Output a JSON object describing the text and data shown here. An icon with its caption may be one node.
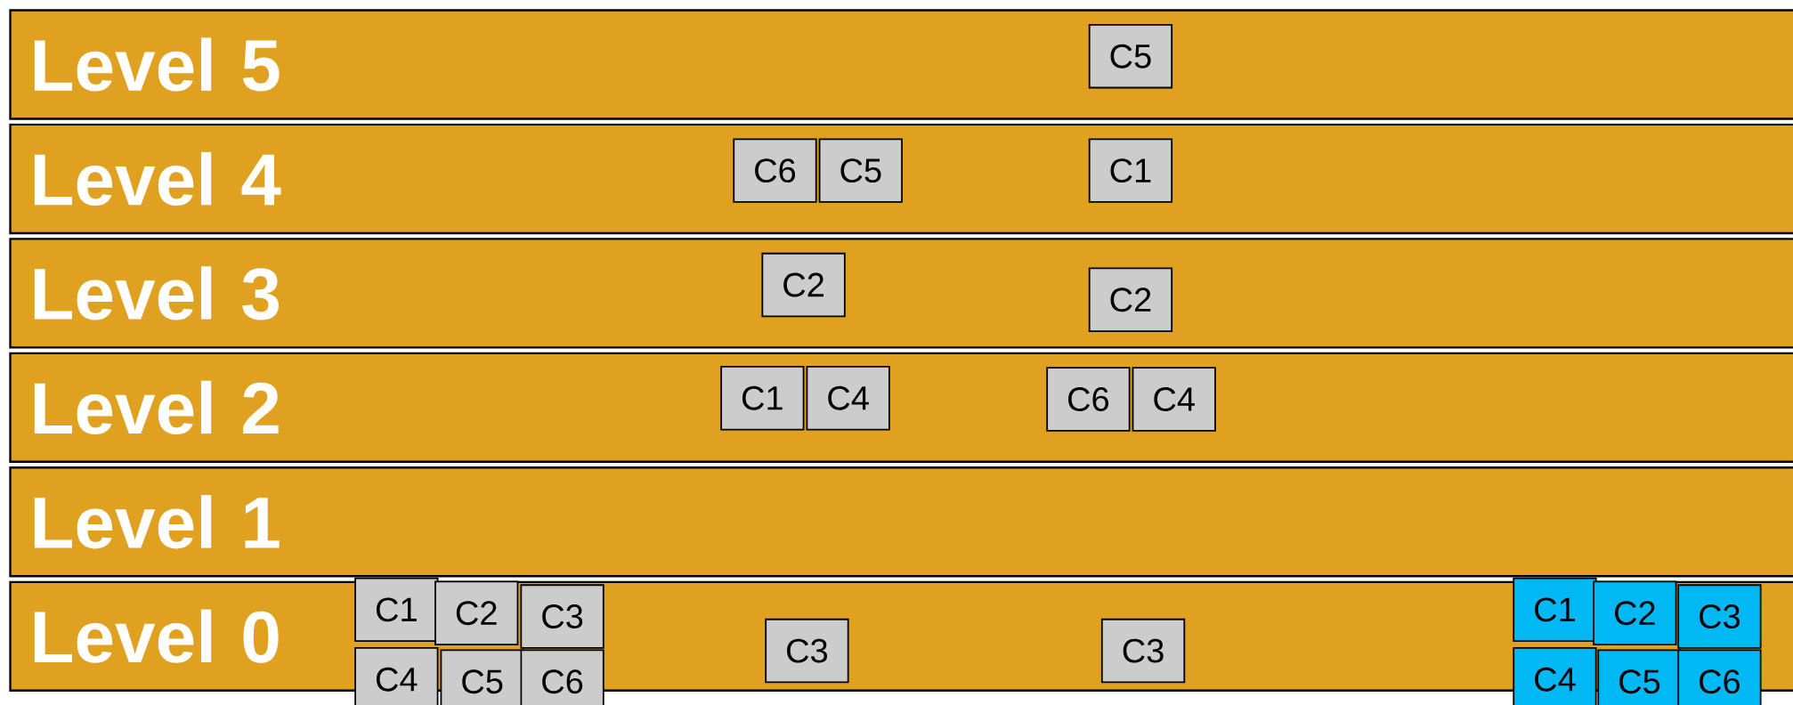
{
  "diagram": {
    "nodes": [
      {
        "text": [
          "Level 5"
        ]
      },
      {
        "text": [
          "C5"
        ],
        "in": 0
      },
      {
        "text": [
          "Level 4"
        ]
      },
      {
        "text": [
          "C6"
        ],
        "in": 2
      },
      {
        "text": [
          "C5"
        ],
        "in": 2
      },
      {
        "text": [
          "C1"
        ],
        "in": 2
      },
      {
        "text": [
          "Level 3"
        ]
      },
      {
        "text": [
          "C2"
        ],
        "in": 6
      },
      {
        "text": [
          "C2"
        ],
        "in": 6
      },
      {
        "text": [
          "Level 2"
        ]
      },
      {
        "text": [
          "C1"
        ],
        "in": 9
      },
      {
        "text": [
          "C4"
        ],
        "in": 9
      },
      {
        "text": [
          "C6"
        ],
        "in": 9
      },
      {
        "text": [
          "C4"
        ],
        "in": 9
      },
      {
        "text": [
          "Level 1"
        ]
      },
      {
        "text": [
          "Level 0"
        ]
      },
      {
        "text": [
          "C1"
        ],
        "in": 15
      },
      {
        "text": [
          "C2"
        ],
        "in": 15
      },
      {
        "text": [
          "C3"
        ],
        "in": 15
      },
      {
        "text": [
          "C4"
        ]
      },
      {
        "text": [
          "C5"
        ]
      },
      {
        "text": [
          "C6"
        ]
      },
      {
        "text": [
          "C3"
        ],
        "in": 15
      },
      {
        "text": [
          "C3"
        ],
        "in": 15
      },
      {
        "text": [
          "C1"
        ],
        "in": 15
      },
      {
        "text": [
          "C2"
        ],
        "in": 15
      },
      {
        "text": [
          "C3"
        ],
        "in": 15
      },
      {
        "text": [
          "C4"
        ]
      },
      {
        "text": [
          "C5"
        ]
      },
      {
        "text": [
          "C6"
        ]
      }
    ]
  }
}
